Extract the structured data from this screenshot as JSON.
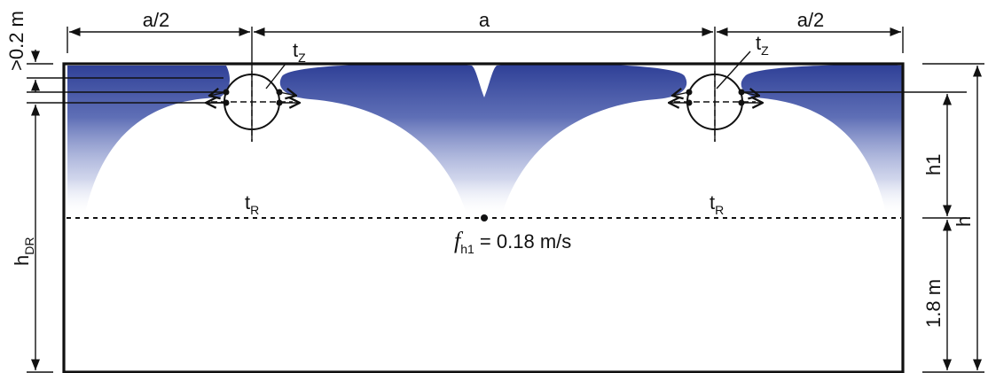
{
  "labels": {
    "half_a_left": "a/2",
    "a": "a",
    "half_a_right": "a/2",
    "top_gap": ">0.2 m",
    "tz_main": "t",
    "tz_sub": "Z",
    "tr_main": "t",
    "tr_sub": "R",
    "hdr_main": "h",
    "hdr_sub": "DR",
    "h1": "h1",
    "h": "h",
    "height_1_8": "1.8 m",
    "f_symbol": "f",
    "f_sub": "h1",
    "f_value": " = 0.18 m/s"
  },
  "colors": {
    "air_jet_dark": "#2e3f96",
    "air_jet_light": "#ffffff",
    "stroke": "#111111"
  },
  "icons": {
    "outlet": "circle-with-crosshair",
    "measure_point": "dot"
  }
}
